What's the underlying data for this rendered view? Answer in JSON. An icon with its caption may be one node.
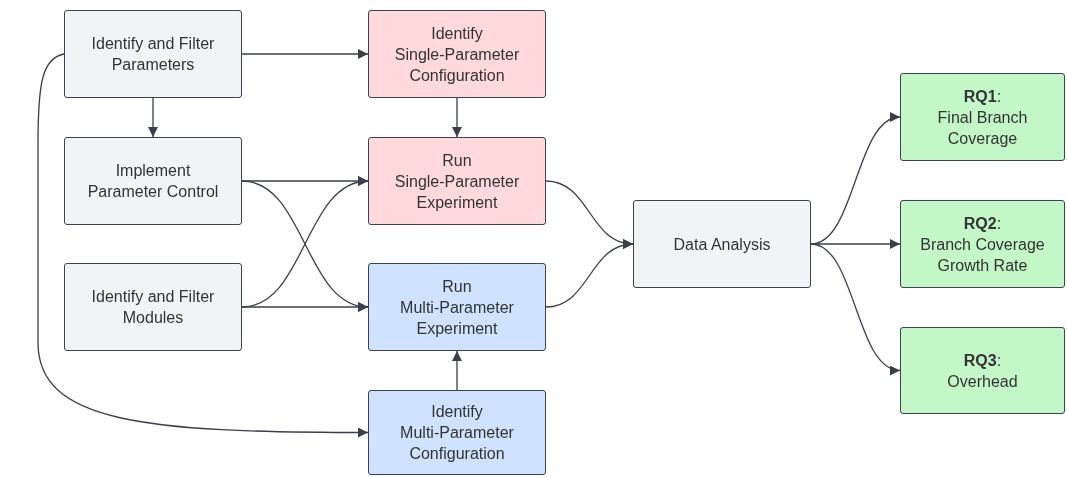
{
  "diagram": {
    "nodes": [
      {
        "text": [
          "Identify and Filter Parameters"
        ]
      },
      {
        "text": [
          "Identify Single-Parameter Configuration"
        ]
      },
      {
        "text": [
          "Implement Parameter Control"
        ]
      },
      {
        "text": [
          "Run Single-Parameter Experiment"
        ]
      },
      {
        "text": [
          "Identify and Filter Modules"
        ]
      },
      {
        "text": [
          "Run Multi-Parameter Experiment"
        ]
      },
      {
        "text": [
          "Identify Multi-Parameter Configuration"
        ]
      },
      {
        "text": [
          "Data Analysis"
        ]
      },
      {
        "text": [
          "**RQ1**:",
          "Final Branch Coverage"
        ]
      },
      {
        "text": [
          "**RQ2**:",
          "Branch Coverage Growth Rate"
        ]
      },
      {
        "text": [
          "**RQ3**:",
          "Overhead"
        ]
      }
    ],
    "edges": [
      {
        "from": 0,
        "to": 1,
        "arrow": "to"
      },
      {
        "from": 0,
        "to": 2,
        "arrow": "to"
      },
      {
        "from": 0,
        "to": 6,
        "arrow": "to"
      },
      {
        "from": 1,
        "to": 3,
        "arrow": "to"
      },
      {
        "from": 2,
        "to": 3,
        "arrow": "to"
      },
      {
        "from": 2,
        "to": 5,
        "arrow": "to"
      },
      {
        "from": 4,
        "to": 3,
        "arrow": "to"
      },
      {
        "from": 4,
        "to": 5,
        "arrow": "to"
      },
      {
        "from": 6,
        "to": 5,
        "arrow": "to"
      },
      {
        "from": 3,
        "to": 7,
        "arrow": "to"
      },
      {
        "from": 5,
        "to": 7,
        "arrow": "to"
      },
      {
        "from": 7,
        "to": 8,
        "arrow": "to"
      },
      {
        "from": 7,
        "to": 9,
        "arrow": "to"
      },
      {
        "from": 7,
        "to": 10,
        "arrow": "to"
      }
    ]
  }
}
